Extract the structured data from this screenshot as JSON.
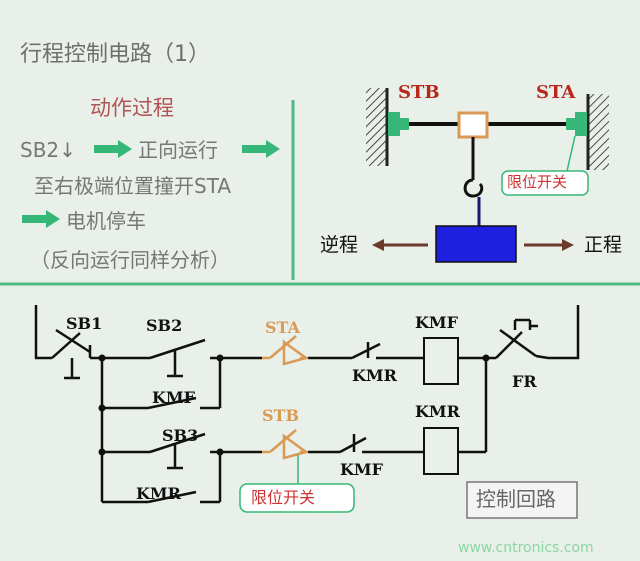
{
  "title": "行程控制电路（1）",
  "sequence": {
    "heading": "动作过程",
    "step1_a": "SB2↓",
    "step1_b": "正向运行",
    "step2": "至右极端位置撞开STA",
    "step3": "电机停车",
    "step4": "（反向运行同样分析）"
  },
  "mechanism": {
    "stb": "STB",
    "sta": "STA",
    "limit_switch": "限位开关",
    "reverse": "逆程",
    "forward": "正程"
  },
  "circuit": {
    "sb1": "SB1",
    "sb2": "SB2",
    "sb3": "SB3",
    "kmf_aux": "KMF",
    "kmr_aux": "KMR",
    "sta": "STA",
    "stb": "STB",
    "kmr_nc": "KMR",
    "kmf_nc": "KMF",
    "kmf_coil": "KMF",
    "kmr_coil": "KMR",
    "fr": "FR",
    "limit_switch": "限位开关",
    "control_loop": "控制回路"
  },
  "watermark": "www.cntronics.com",
  "colors": {
    "green": "#35b877",
    "orange": "#d99a55",
    "blue": "#1f1fe0",
    "brown": "#6b3a2a",
    "divider": "#4dbb83"
  }
}
